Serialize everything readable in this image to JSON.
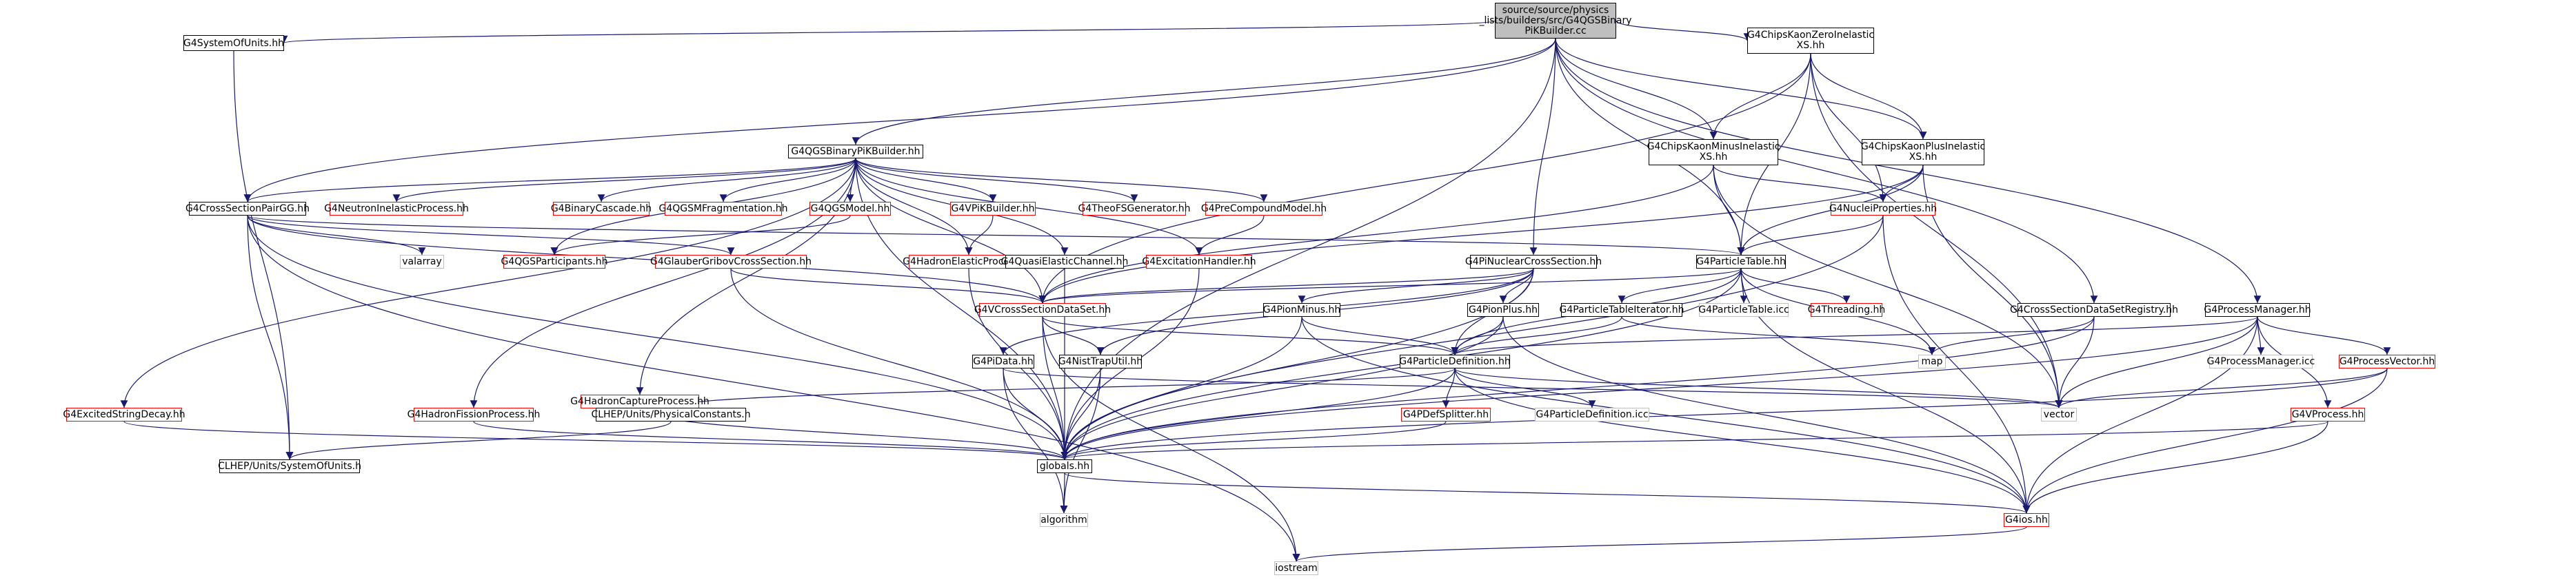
{
  "colors": {
    "edge": "#191970",
    "root_fill": "#bfbfbf",
    "documented_border": "#000000",
    "undocumented_border": "#ff0000",
    "system_border": "#c0c0c0"
  },
  "nodes": [
    {
      "id": "root",
      "lines": [
        "source/source/physics",
        "_lists/builders/src/G4QGSBinary",
        "PiKBuilder.cc"
      ],
      "kind": "root"
    },
    {
      "id": "sysunits",
      "lines": [
        "G4SystemOfUnits.hh"
      ],
      "kind": "black"
    },
    {
      "id": "qgsbin",
      "lines": [
        "G4QGSBinaryPiKBuilder.hh"
      ],
      "kind": "black"
    },
    {
      "id": "kzero",
      "lines": [
        "G4ChipsKaonZeroInelastic",
        "XS.hh"
      ],
      "kind": "black"
    },
    {
      "id": "kminus",
      "lines": [
        "G4ChipsKaonMinusInelastic",
        "XS.hh"
      ],
      "kind": "black"
    },
    {
      "id": "kplus",
      "lines": [
        "G4ChipsKaonPlusInelastic",
        "XS.hh"
      ],
      "kind": "black"
    },
    {
      "id": "xspair",
      "lines": [
        "G4CrossSectionPairGG.hh"
      ],
      "kind": "black"
    },
    {
      "id": "neutroninel",
      "lines": [
        "G4NeutronInelasticProcess.hh"
      ],
      "kind": "red"
    },
    {
      "id": "bincasc",
      "lines": [
        "G4BinaryCascade.hh"
      ],
      "kind": "red"
    },
    {
      "id": "qgsmfrag",
      "lines": [
        "G4QGSMFragmentation.hh"
      ],
      "kind": "red"
    },
    {
      "id": "qgsmodel",
      "lines": [
        "G4QGSModel.hh"
      ],
      "kind": "red"
    },
    {
      "id": "vpik",
      "lines": [
        "G4VPiKBuilder.hh"
      ],
      "kind": "red"
    },
    {
      "id": "theofs",
      "lines": [
        "G4TheoFSGenerator.hh"
      ],
      "kind": "red"
    },
    {
      "id": "precomp",
      "lines": [
        "G4PreCompoundModel.hh"
      ],
      "kind": "red"
    },
    {
      "id": "nucleiprop",
      "lines": [
        "G4NucleiProperties.hh"
      ],
      "kind": "red"
    },
    {
      "id": "valarray",
      "lines": [
        "valarray"
      ],
      "kind": "gray"
    },
    {
      "id": "qgspart",
      "lines": [
        "G4QGSParticipants.hh"
      ],
      "kind": "red"
    },
    {
      "id": "glauber",
      "lines": [
        "G4GlauberGribovCrossSection.hh"
      ],
      "kind": "red"
    },
    {
      "id": "hadel",
      "lines": [
        "G4HadronElasticProcess.hh"
      ],
      "kind": "red"
    },
    {
      "id": "quasiel",
      "lines": [
        "G4QuasiElasticChannel.hh"
      ],
      "kind": "black"
    },
    {
      "id": "excit",
      "lines": [
        "G4ExcitationHandler.hh"
      ],
      "kind": "red"
    },
    {
      "id": "pinuclear",
      "lines": [
        "G4PiNuclearCrossSection.hh"
      ],
      "kind": "black"
    },
    {
      "id": "ptable",
      "lines": [
        "G4ParticleTable.hh"
      ],
      "kind": "black"
    },
    {
      "id": "ptableicc",
      "lines": [
        "G4ParticleTable.icc"
      ],
      "kind": "gray"
    },
    {
      "id": "threading",
      "lines": [
        "G4Threading.hh"
      ],
      "kind": "red"
    },
    {
      "id": "xsregistry",
      "lines": [
        "G4CrossSectionDataSetRegistry.hh"
      ],
      "kind": "black"
    },
    {
      "id": "procmgr",
      "lines": [
        "G4ProcessManager.hh"
      ],
      "kind": "black"
    },
    {
      "id": "vxsdataset",
      "lines": [
        "G4VCrossSectionDataSet.hh"
      ],
      "kind": "red"
    },
    {
      "id": "pionminus",
      "lines": [
        "G4PionMinus.hh"
      ],
      "kind": "black"
    },
    {
      "id": "pionplus",
      "lines": [
        "G4PionPlus.hh"
      ],
      "kind": "black"
    },
    {
      "id": "ptableiter",
      "lines": [
        "G4ParticleTableIterator.hh"
      ],
      "kind": "black"
    },
    {
      "id": "map",
      "lines": [
        "map"
      ],
      "kind": "gray"
    },
    {
      "id": "procmgricc",
      "lines": [
        "G4ProcessManager.icc"
      ],
      "kind": "gray"
    },
    {
      "id": "procvector",
      "lines": [
        "G4ProcessVector.hh"
      ],
      "kind": "red"
    },
    {
      "id": "hadcapture",
      "lines": [
        "G4HadronCaptureProcess.hh"
      ],
      "kind": "red"
    },
    {
      "id": "pidata",
      "lines": [
        "G4PiData.hh"
      ],
      "kind": "black"
    },
    {
      "id": "nist",
      "lines": [
        "G4NistTrapUtil.hh"
      ],
      "kind": "black"
    },
    {
      "id": "pdef",
      "lines": [
        "G4ParticleDefinition.hh"
      ],
      "kind": "black"
    },
    {
      "id": "vector",
      "lines": [
        "vector"
      ],
      "kind": "gray"
    },
    {
      "id": "excstring",
      "lines": [
        "G4ExcitedStringDecay.hh"
      ],
      "kind": "red"
    },
    {
      "id": "hadfission",
      "lines": [
        "G4HadronFissionProcess.hh"
      ],
      "kind": "red"
    },
    {
      "id": "physconst",
      "lines": [
        "CLHEP/Units/PhysicalConstants.h"
      ],
      "kind": "black"
    },
    {
      "id": "pdefsplit",
      "lines": [
        "G4PDefSplitter.hh"
      ],
      "kind": "red"
    },
    {
      "id": "pdeficc",
      "lines": [
        "G4ParticleDefinition.icc"
      ],
      "kind": "gray"
    },
    {
      "id": "vprocess",
      "lines": [
        "G4VProcess.hh"
      ],
      "kind": "red"
    },
    {
      "id": "clhepunits",
      "lines": [
        "CLHEP/Units/SystemOfUnits.h"
      ],
      "kind": "black"
    },
    {
      "id": "globals",
      "lines": [
        "globals.hh"
      ],
      "kind": "black"
    },
    {
      "id": "ios",
      "lines": [
        "G4ios.hh"
      ],
      "kind": "red"
    },
    {
      "id": "algorithm",
      "lines": [
        "algorithm"
      ],
      "kind": "gray"
    },
    {
      "id": "iostream",
      "lines": [
        "iostream"
      ],
      "kind": "gray"
    }
  ],
  "edges": [
    [
      "root",
      "sysunits"
    ],
    [
      "root",
      "qgsbin"
    ],
    [
      "root",
      "kzero"
    ],
    [
      "root",
      "kminus"
    ],
    [
      "root",
      "kplus"
    ],
    [
      "root",
      "xspair"
    ],
    [
      "root",
      "pinuclear"
    ],
    [
      "root",
      "ptable"
    ],
    [
      "root",
      "xsregistry"
    ],
    [
      "root",
      "procmgr"
    ],
    [
      "root",
      "globals"
    ],
    [
      "sysunits",
      "clhepunits"
    ],
    [
      "qgsbin",
      "xspair"
    ],
    [
      "qgsbin",
      "neutroninel"
    ],
    [
      "qgsbin",
      "bincasc"
    ],
    [
      "qgsbin",
      "qgsmfrag"
    ],
    [
      "qgsbin",
      "qgsmodel"
    ],
    [
      "qgsbin",
      "vpik"
    ],
    [
      "qgsbin",
      "theofs"
    ],
    [
      "qgsbin",
      "precomp"
    ],
    [
      "qgsbin",
      "qgspart"
    ],
    [
      "qgsbin",
      "hadel"
    ],
    [
      "qgsbin",
      "quasiel"
    ],
    [
      "qgsbin",
      "excit"
    ],
    [
      "qgsbin",
      "hadcapture"
    ],
    [
      "qgsbin",
      "excstring"
    ],
    [
      "qgsbin",
      "hadfission"
    ],
    [
      "qgsbin",
      "globals"
    ],
    [
      "qgsbin",
      "vxsdataset"
    ],
    [
      "kzero",
      "kminus"
    ],
    [
      "kzero",
      "kplus"
    ],
    [
      "kzero",
      "nucleiprop"
    ],
    [
      "kzero",
      "ptable"
    ],
    [
      "kzero",
      "vxsdataset"
    ],
    [
      "kzero",
      "vector"
    ],
    [
      "kminus",
      "nucleiprop"
    ],
    [
      "kminus",
      "ptable"
    ],
    [
      "kminus",
      "vxsdataset"
    ],
    [
      "kminus",
      "vector"
    ],
    [
      "kplus",
      "nucleiprop"
    ],
    [
      "kplus",
      "ptable"
    ],
    [
      "kplus",
      "vxsdataset"
    ],
    [
      "kplus",
      "vector"
    ],
    [
      "xspair",
      "valarray"
    ],
    [
      "xspair",
      "glauber"
    ],
    [
      "xspair",
      "vxsdataset"
    ],
    [
      "xspair",
      "ptable"
    ],
    [
      "xspair",
      "globals"
    ],
    [
      "xspair",
      "clhepunits"
    ],
    [
      "xspair",
      "iostream"
    ],
    [
      "qgsmodel",
      "qgspart"
    ],
    [
      "vpik",
      "hadel"
    ],
    [
      "precomp",
      "excit"
    ],
    [
      "nucleiprop",
      "ptable"
    ],
    [
      "nucleiprop",
      "globals"
    ],
    [
      "nucleiprop",
      "ios"
    ],
    [
      "glauber",
      "vxsdataset"
    ],
    [
      "glauber",
      "globals"
    ],
    [
      "hadel",
      "globals"
    ],
    [
      "quasiel",
      "globals"
    ],
    [
      "excit",
      "globals"
    ],
    [
      "pinuclear",
      "vxsdataset"
    ],
    [
      "pinuclear",
      "pionminus"
    ],
    [
      "pinuclear",
      "pionplus"
    ],
    [
      "pinuclear",
      "pidata"
    ],
    [
      "pinuclear",
      "nist"
    ],
    [
      "pinuclear",
      "globals"
    ],
    [
      "pinuclear",
      "pdef"
    ],
    [
      "ptable",
      "ptableiter"
    ],
    [
      "ptable",
      "ptableicc"
    ],
    [
      "ptable",
      "threading"
    ],
    [
      "ptable",
      "map"
    ],
    [
      "ptable",
      "pdef"
    ],
    [
      "ptable",
      "globals"
    ],
    [
      "ptable",
      "vxsdataset"
    ],
    [
      "ptable",
      "ios"
    ],
    [
      "xsregistry",
      "map"
    ],
    [
      "xsregistry",
      "vector"
    ],
    [
      "xsregistry",
      "globals"
    ],
    [
      "procmgr",
      "procmgricc"
    ],
    [
      "procmgr",
      "procvector"
    ],
    [
      "procmgr",
      "vprocess"
    ],
    [
      "procmgr",
      "vector"
    ],
    [
      "procmgr",
      "globals"
    ],
    [
      "procmgr",
      "ios"
    ],
    [
      "procmgr",
      "pdef"
    ],
    [
      "vxsdataset",
      "pdef"
    ],
    [
      "vxsdataset",
      "globals"
    ],
    [
      "vxsdataset",
      "nist"
    ],
    [
      "vxsdataset",
      "iostream"
    ],
    [
      "pionminus",
      "pdef"
    ],
    [
      "pionminus",
      "globals"
    ],
    [
      "pionminus",
      "ios"
    ],
    [
      "pionplus",
      "pdef"
    ],
    [
      "pionplus",
      "globals"
    ],
    [
      "pionplus",
      "ios"
    ],
    [
      "ptableiter",
      "pdef"
    ],
    [
      "ptableiter",
      "map"
    ],
    [
      "procvector",
      "vector"
    ],
    [
      "procvector",
      "globals"
    ],
    [
      "procvector",
      "ios"
    ],
    [
      "hadcapture",
      "globals"
    ],
    [
      "pidata",
      "globals"
    ],
    [
      "pidata",
      "vector"
    ],
    [
      "pidata",
      "algorithm"
    ],
    [
      "nist",
      "globals"
    ],
    [
      "nist",
      "algorithm"
    ],
    [
      "pdef",
      "globals"
    ],
    [
      "pdef",
      "ios"
    ],
    [
      "pdef",
      "vector"
    ],
    [
      "pdef",
      "physconst"
    ],
    [
      "pdef",
      "pdefsplit"
    ],
    [
      "pdef",
      "pdeficc"
    ],
    [
      "excstring",
      "globals"
    ],
    [
      "hadfission",
      "globals"
    ],
    [
      "physconst",
      "clhepunits"
    ],
    [
      "pdefsplit",
      "globals"
    ],
    [
      "vprocess",
      "globals"
    ],
    [
      "vprocess",
      "ios"
    ],
    [
      "globals",
      "ios"
    ],
    [
      "globals",
      "algorithm"
    ],
    [
      "ios",
      "iostream"
    ]
  ]
}
